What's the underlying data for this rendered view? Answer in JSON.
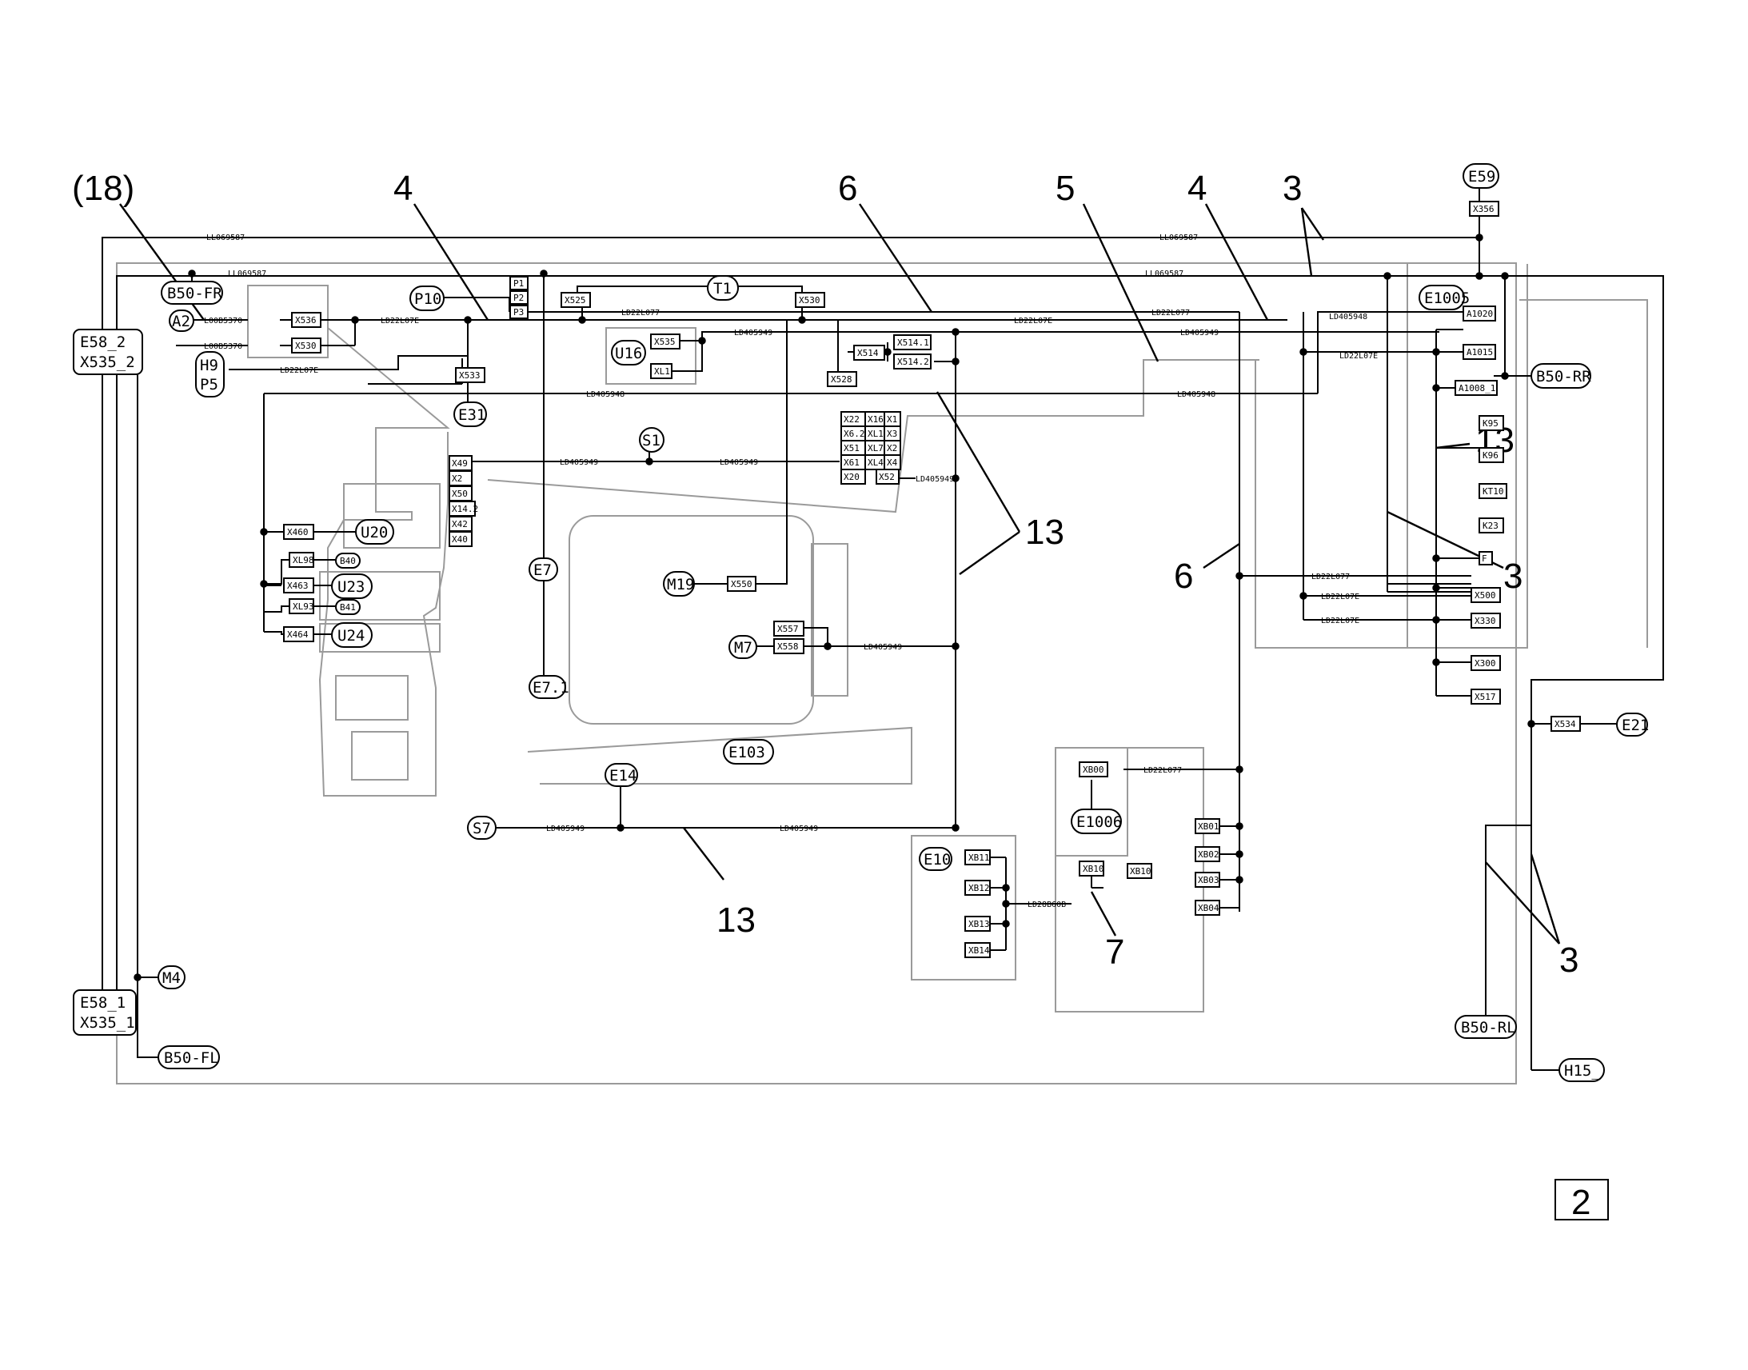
{
  "callouts": [
    "(18)",
    "4",
    "6",
    "5",
    "4",
    "3",
    "13",
    "3",
    "6",
    "13",
    "13",
    "7",
    "3"
  ],
  "sheet_number": "2",
  "components": [
    "E59",
    "B50-FR",
    "A2",
    "H9",
    "P5",
    "P10",
    "T1",
    "U16",
    "E31",
    "E1005",
    "B50-RR",
    "E58_2",
    "X535_2",
    "S1",
    "U20",
    "U23",
    "U24",
    "B40",
    "B41",
    "E7",
    "M19",
    "M7",
    "E7.1",
    "E103",
    "E14",
    "S7",
    "E10",
    "E1006",
    "E21",
    "M4",
    "E58_1",
    "X535_1",
    "B50-FL",
    "B50-RL",
    "H15_"
  ],
  "connectors": [
    "X356",
    "X536",
    "X530",
    "X533",
    "P1",
    "P2",
    "P3",
    "X525",
    "X530",
    "X535",
    "XL1",
    "X528",
    "X514",
    "X514.1",
    "X514.2",
    "A1020",
    "A1015",
    "A1008_1",
    "K95",
    "K96",
    "KT10",
    "K23",
    "F",
    "X500",
    "X330",
    "X300",
    "X517",
    "X22",
    "X16",
    "X1",
    "X6.2",
    "XL1",
    "X3",
    "X51",
    "XL7",
    "X2",
    "X61",
    "XL4",
    "X4",
    "X20",
    "X52",
    "X49",
    "X2",
    "X50",
    "X14.2",
    "X42",
    "X40",
    "X460",
    "XL98",
    "X463",
    "XL93",
    "X464",
    "X550",
    "X557",
    "X558",
    "XB00",
    "XB01",
    "XB02",
    "XB03",
    "XB04",
    "XB10",
    "XB11",
    "XB12",
    "XB13",
    "XB14",
    "XB10",
    "X534"
  ],
  "wire_tags": [
    "LL069587",
    "LL069587",
    "LL069587",
    "LL069587",
    "L00B5370",
    "L00B5370",
    "LD22L07E",
    "LD22L07E",
    "LD22L077",
    "LD22L07E",
    "LD22L077",
    "LD405949",
    "LD405949",
    "LD405948",
    "LD405948",
    "LD405948",
    "LD22L07E",
    "LD405949",
    "LD405949",
    "LD405949",
    "LD405949",
    "LD22L077",
    "LD22L07E",
    "LD22L07E",
    "LD22L077",
    "LD28B60B",
    "LD405949",
    "LD405949"
  ]
}
